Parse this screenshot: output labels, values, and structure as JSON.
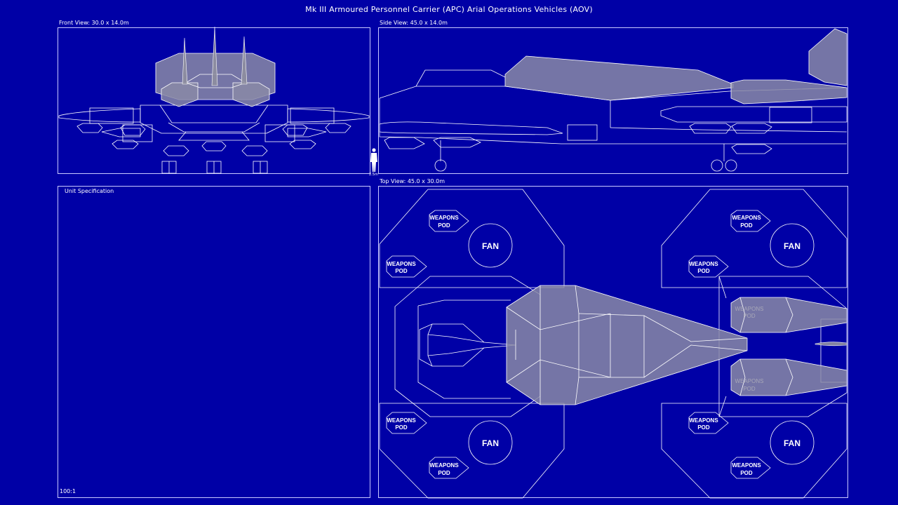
{
  "title": "Mk III Armoured Personnel Carrier (APC) Arial Operations Vehicles (AOV)",
  "front_view": {
    "label": "Front View: 30.0 x 14.0m"
  },
  "side_view": {
    "label": "Side View: 45.0 x 14.0m"
  },
  "top_view": {
    "label": "Top View: 45.0 x 30.0m",
    "fan_label": "FAN",
    "pod_line1": "WEAPONS",
    "pod_line2": "POD"
  },
  "spec": {
    "label": "Unit Specification",
    "scale": "100:1"
  },
  "human_scale": {
    "label": "2.5m"
  }
}
